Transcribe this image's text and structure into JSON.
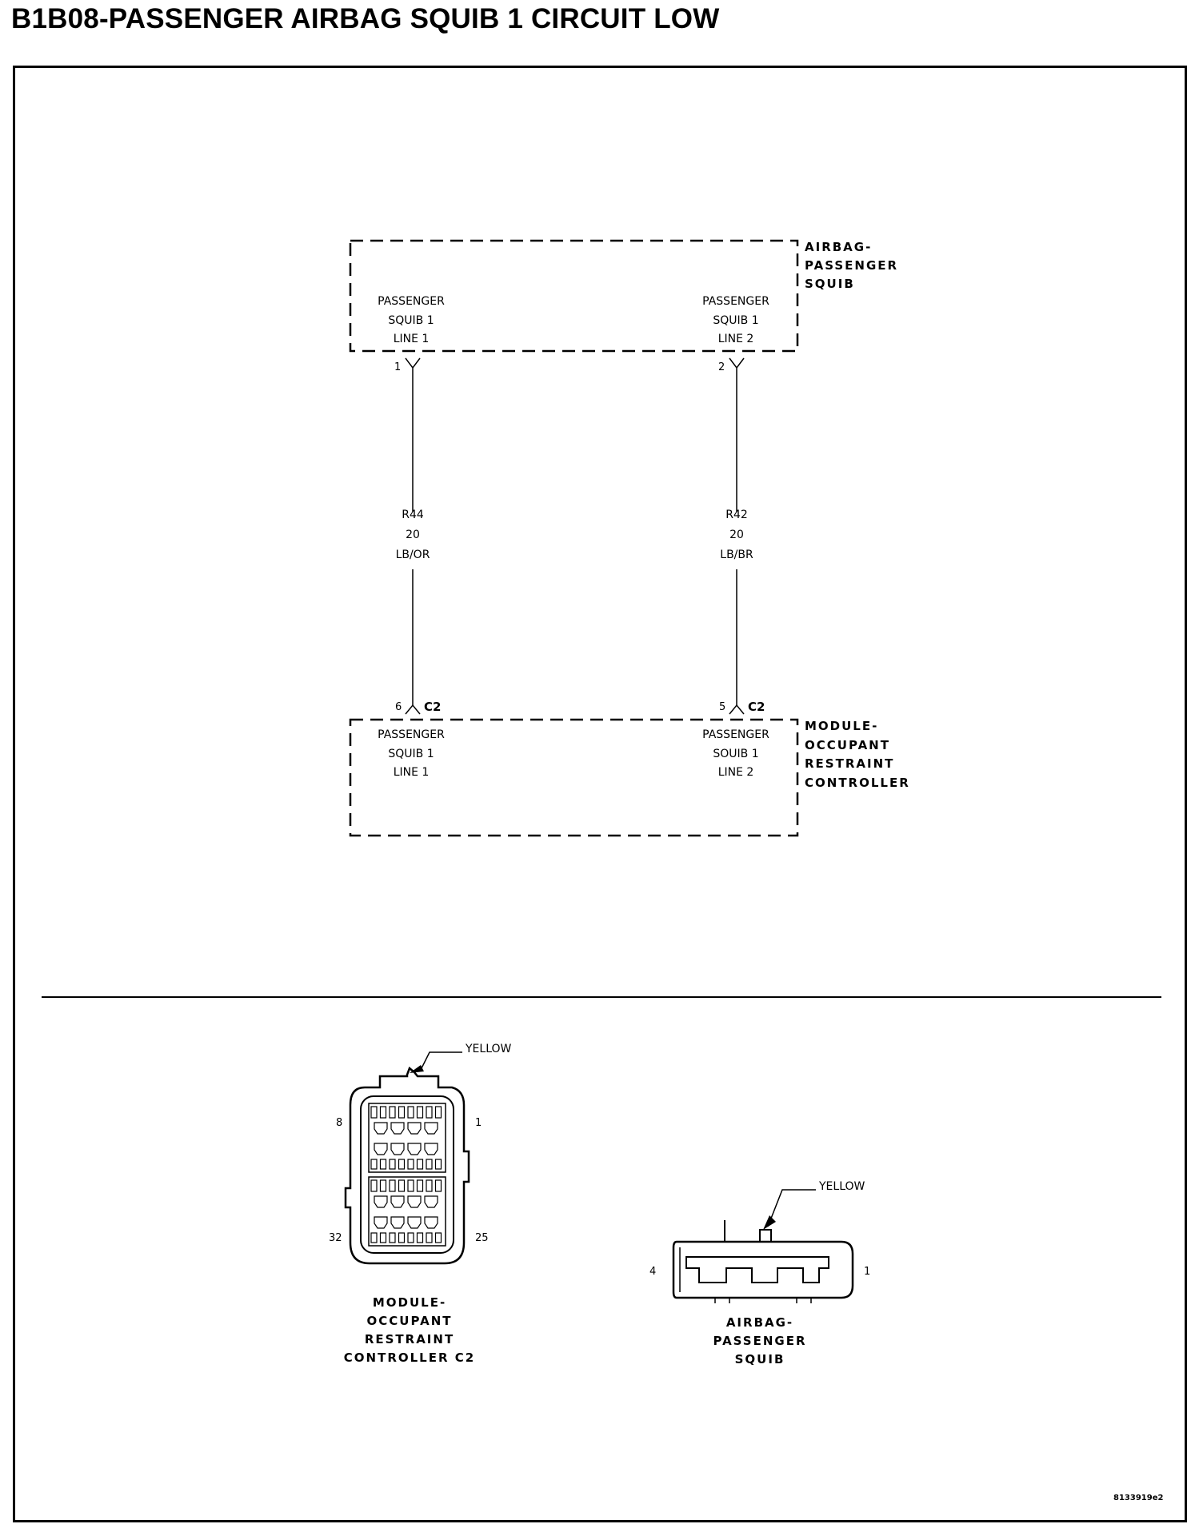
{
  "title": "B1B08-PASSENGER AIRBAG SQUIB 1 CIRCUIT LOW",
  "airbag_block": {
    "name_lines": [
      "AIRBAG-",
      "PASSENGER",
      "SQUIB"
    ],
    "left_pin_label": [
      "PASSENGER",
      "SQUIB 1",
      "LINE 1"
    ],
    "right_pin_label": [
      "PASSENGER",
      "SQUIB 1",
      "LINE 2"
    ],
    "left_pin": "1",
    "right_pin": "2"
  },
  "wires": {
    "left": [
      "R44",
      "20",
      "LB/OR"
    ],
    "right": [
      "R42",
      "20",
      "LB/BR"
    ]
  },
  "module_block": {
    "name_lines": [
      "MODULE-",
      "OCCUPANT",
      "RESTRAINT",
      "CONTROLLER"
    ],
    "left_pin": "6",
    "right_pin": "5",
    "connector": "C2",
    "left_pin_label": [
      "PASSENGER",
      "SQUIB 1",
      "LINE 1"
    ],
    "right_pin_label": [
      "PASSENGER",
      "SOUIB 1",
      "LINE 2"
    ]
  },
  "c2_connector_view": {
    "color_label": "YELLOW",
    "pin_labels": [
      "8",
      "1",
      "32",
      "25"
    ],
    "caption": [
      "MODULE-",
      "OCCUPANT",
      "RESTRAINT",
      "CONTROLLER C2"
    ]
  },
  "squib_connector_view": {
    "color_label": "YELLOW",
    "pin_labels": [
      "4",
      "1"
    ],
    "caption": [
      "AIRBAG-",
      "PASSENGER",
      "SQUIB"
    ]
  },
  "figure_ref": "8133919e2"
}
